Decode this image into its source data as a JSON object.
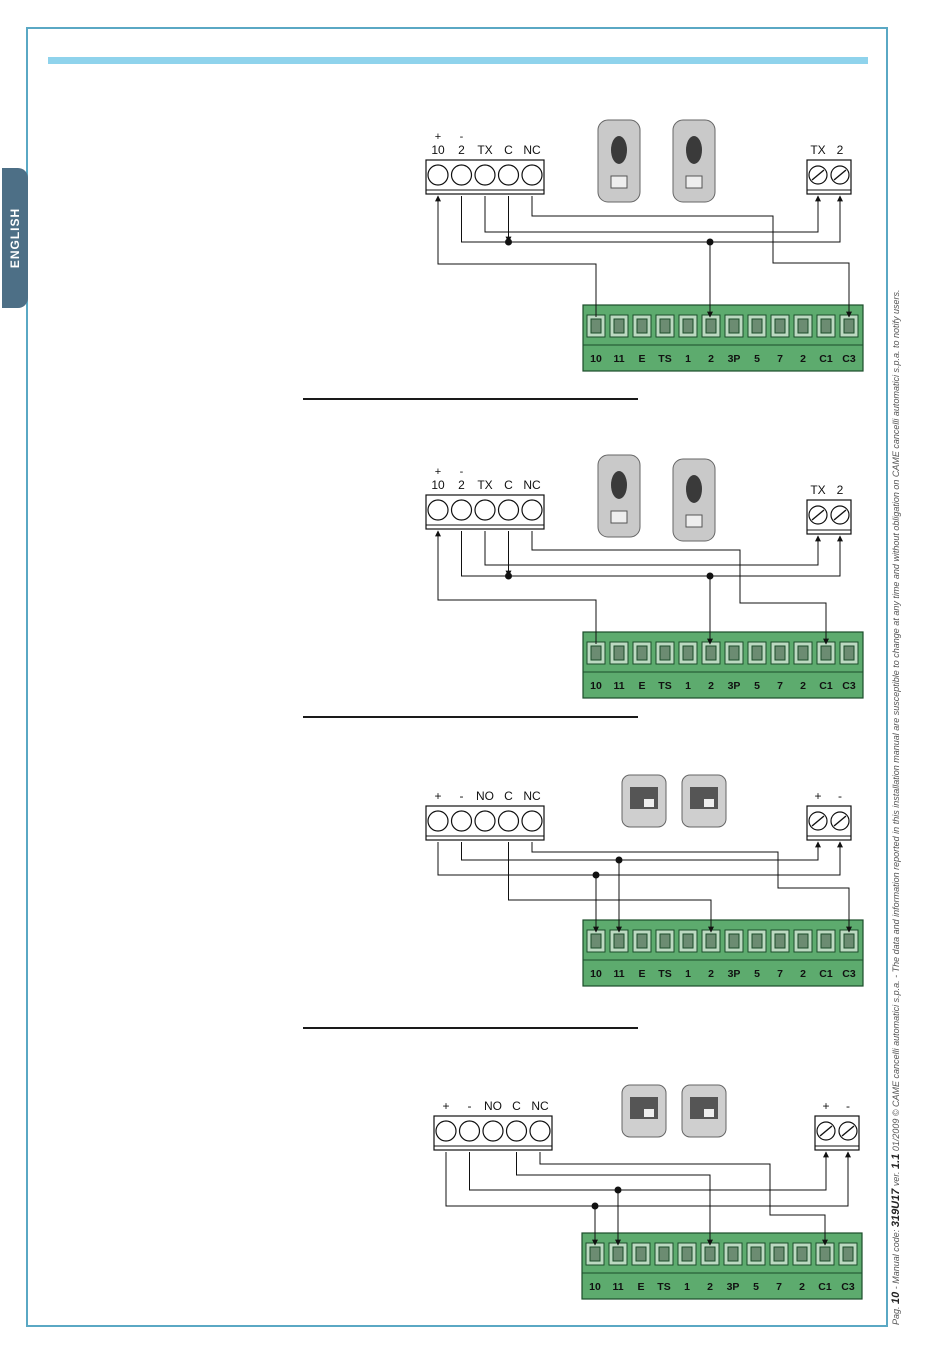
{
  "sidebar": {
    "language": "ENGLISH"
  },
  "footer": {
    "page_prefix": "Pag.",
    "page_number": "10",
    "code_text": " - Manual code: ",
    "manual_code": "319U17",
    "ver_prefix": " ver. ",
    "version": "1.1",
    "date": "01/2009",
    "copyright": "© CAME cancelli automatici s.p.a. - The data and information reported in this installation manual are susceptible to change at any time and without obligation on CAME cancelli automatici s.p.a. to notify users."
  },
  "control_board_terminals": [
    "10",
    "11",
    "E",
    "TS",
    "1",
    "2",
    "3P",
    "5",
    "7",
    "2",
    "C1",
    "C3"
  ],
  "diagrams": [
    {
      "id": "d1",
      "rx_terminals": [
        "10",
        "2",
        "TX",
        "C",
        "NC"
      ],
      "rx_polarity": [
        "+",
        "-",
        "",
        "",
        ""
      ],
      "tx_terminals": [
        "TX",
        "2"
      ],
      "device": "photocell-icon"
    },
    {
      "id": "d2",
      "rx_terminals": [
        "10",
        "2",
        "TX",
        "C",
        "NC"
      ],
      "rx_polarity": [
        "+",
        "-",
        "",
        "",
        ""
      ],
      "tx_terminals": [
        "TX",
        "2"
      ],
      "device": "photocell-icon"
    },
    {
      "id": "d3",
      "rx_terminals": [
        "+",
        "-",
        "NO",
        "C",
        "NC"
      ],
      "rx_polarity": [
        "",
        "",
        "",
        "",
        ""
      ],
      "tx_terminals": [
        "+",
        "-"
      ],
      "device": "sensor-box-icon"
    },
    {
      "id": "d4",
      "rx_terminals": [
        "+",
        "-",
        "NO",
        "C",
        "NC"
      ],
      "rx_polarity": [
        "",
        "",
        "",
        "",
        ""
      ],
      "tx_terminals": [
        "+",
        "-"
      ],
      "device": "sensor-box-icon"
    }
  ],
  "colors": {
    "frame": "#5aa8c4",
    "top_bar": "#8fd3ec",
    "terminal_board": "#5dab6e",
    "tab": "#4d6f86"
  }
}
